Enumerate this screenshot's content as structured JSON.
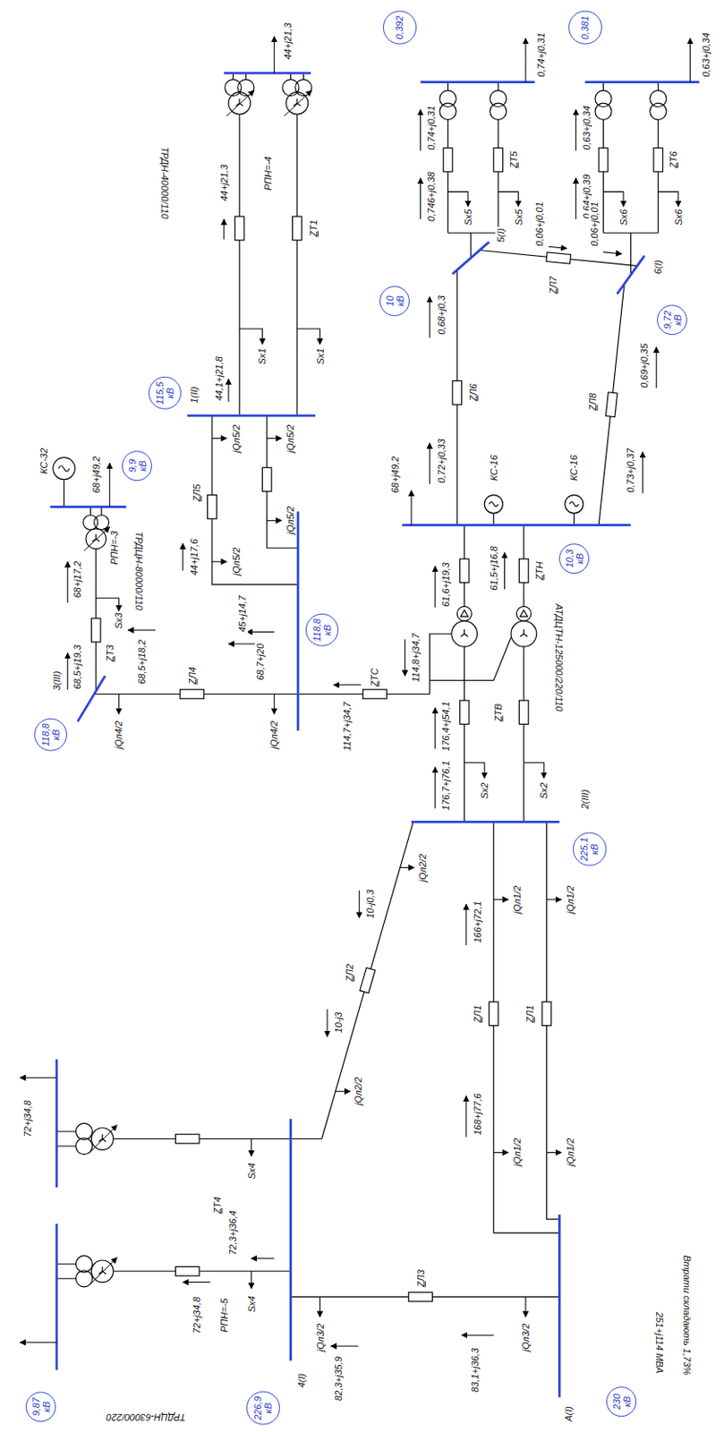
{
  "diagram": {
    "nodes": [
      {
        "text": [
          "0,392"
        ]
      },
      {
        "text": [
          "0,381"
        ]
      },
      {
        "text": [
          "10 кВ"
        ]
      },
      {
        "text": [
          "9,72 кВ"
        ]
      },
      {
        "text": [
          "115,5 кВ"
        ]
      },
      {
        "text": [
          "9,9 кВ"
        ]
      },
      {
        "text": [
          "10,3 кВ"
        ]
      },
      {
        "text": [
          "118,8 кВ"
        ]
      },
      {
        "text": [
          "118,8 кВ"
        ]
      },
      {
        "text": [
          "225,1 кВ"
        ]
      },
      {
        "text": [
          "9,87 кВ"
        ]
      },
      {
        "text": [
          "226,9 кВ"
        ]
      },
      {
        "text": [
          "230 кВ"
        ]
      }
    ],
    "labels": [
      "0,74+j0,31",
      "0,63+j0,34",
      "0,74+j0,31",
      "0,746+j0,38",
      "ZТ5",
      "Sx5",
      "Sx5",
      "0,63+j0,34",
      "0,64+j0,39",
      "ZТ6",
      "Sx6",
      "Sx6",
      "5(I)",
      "6(I)",
      "0,06+j0,01",
      "0,06+j0,01",
      "ZЛ7",
      "0,68+j0,3",
      "ZЛ6",
      "0,72+j0,33",
      "0,69+j0,35",
      "ZЛ8",
      "0,73+j0,37",
      "68+j49,2",
      "КС-16",
      "КС-16",
      "61,5+j16,8",
      "61,6+j19,3",
      "ZТН",
      "АТДЦТН-125000/220/110",
      "114,8+j34,7",
      "176,4+j54,1",
      "ZТВ",
      "Sx2",
      "Sx2",
      "176,7+j76,1",
      "2(III)",
      "44+j21,3",
      "ТРДН-40000/110",
      "44+j21,3",
      "РПН=-4",
      "ZТ1",
      "Sx1",
      "Sx1",
      "44,1+j21,8",
      "1(II)",
      "68+j49,2",
      "КС-32",
      "68+j17,2",
      "РПН=-3",
      "ТРДЦН-80000/110",
      "Sx3",
      "ZТ3",
      "68,5+j19,3",
      "3(III)",
      "jQл5/2",
      "jQл5/2",
      "ZЛ5",
      "44+j17,6",
      "jQл5/2",
      "jQл5/2",
      "45+j14,7",
      "68,5+j18,2",
      "ZЛ4",
      "68,7+j20",
      "jQл4/2",
      "jQл4/2",
      "ZТС",
      "114,7+j34,7",
      "jQл1/2",
      "jQл1/2",
      "166+j72,1",
      "ZЛ1",
      "ZЛ1",
      "168+j77,6",
      "jQл1/2",
      "jQл1/2",
      "jQл2/2",
      "10-j0,3",
      "ZЛ2",
      "10-j3",
      "jQл2/2",
      "72+j34,8",
      "Sx4",
      "ZТ4",
      "72,3+j36,4",
      "72+j34,8",
      "РПН=-5",
      "Sx4",
      "ZЛ3",
      "jQл3/2",
      "jQл3/2",
      "82,3+j35,9",
      "83,1+j36,3",
      "4(I)",
      "ТРДЦН-63000/220",
      "A(I)",
      "251+j114 МВА",
      "Втрати складають 1,73%"
    ]
  }
}
